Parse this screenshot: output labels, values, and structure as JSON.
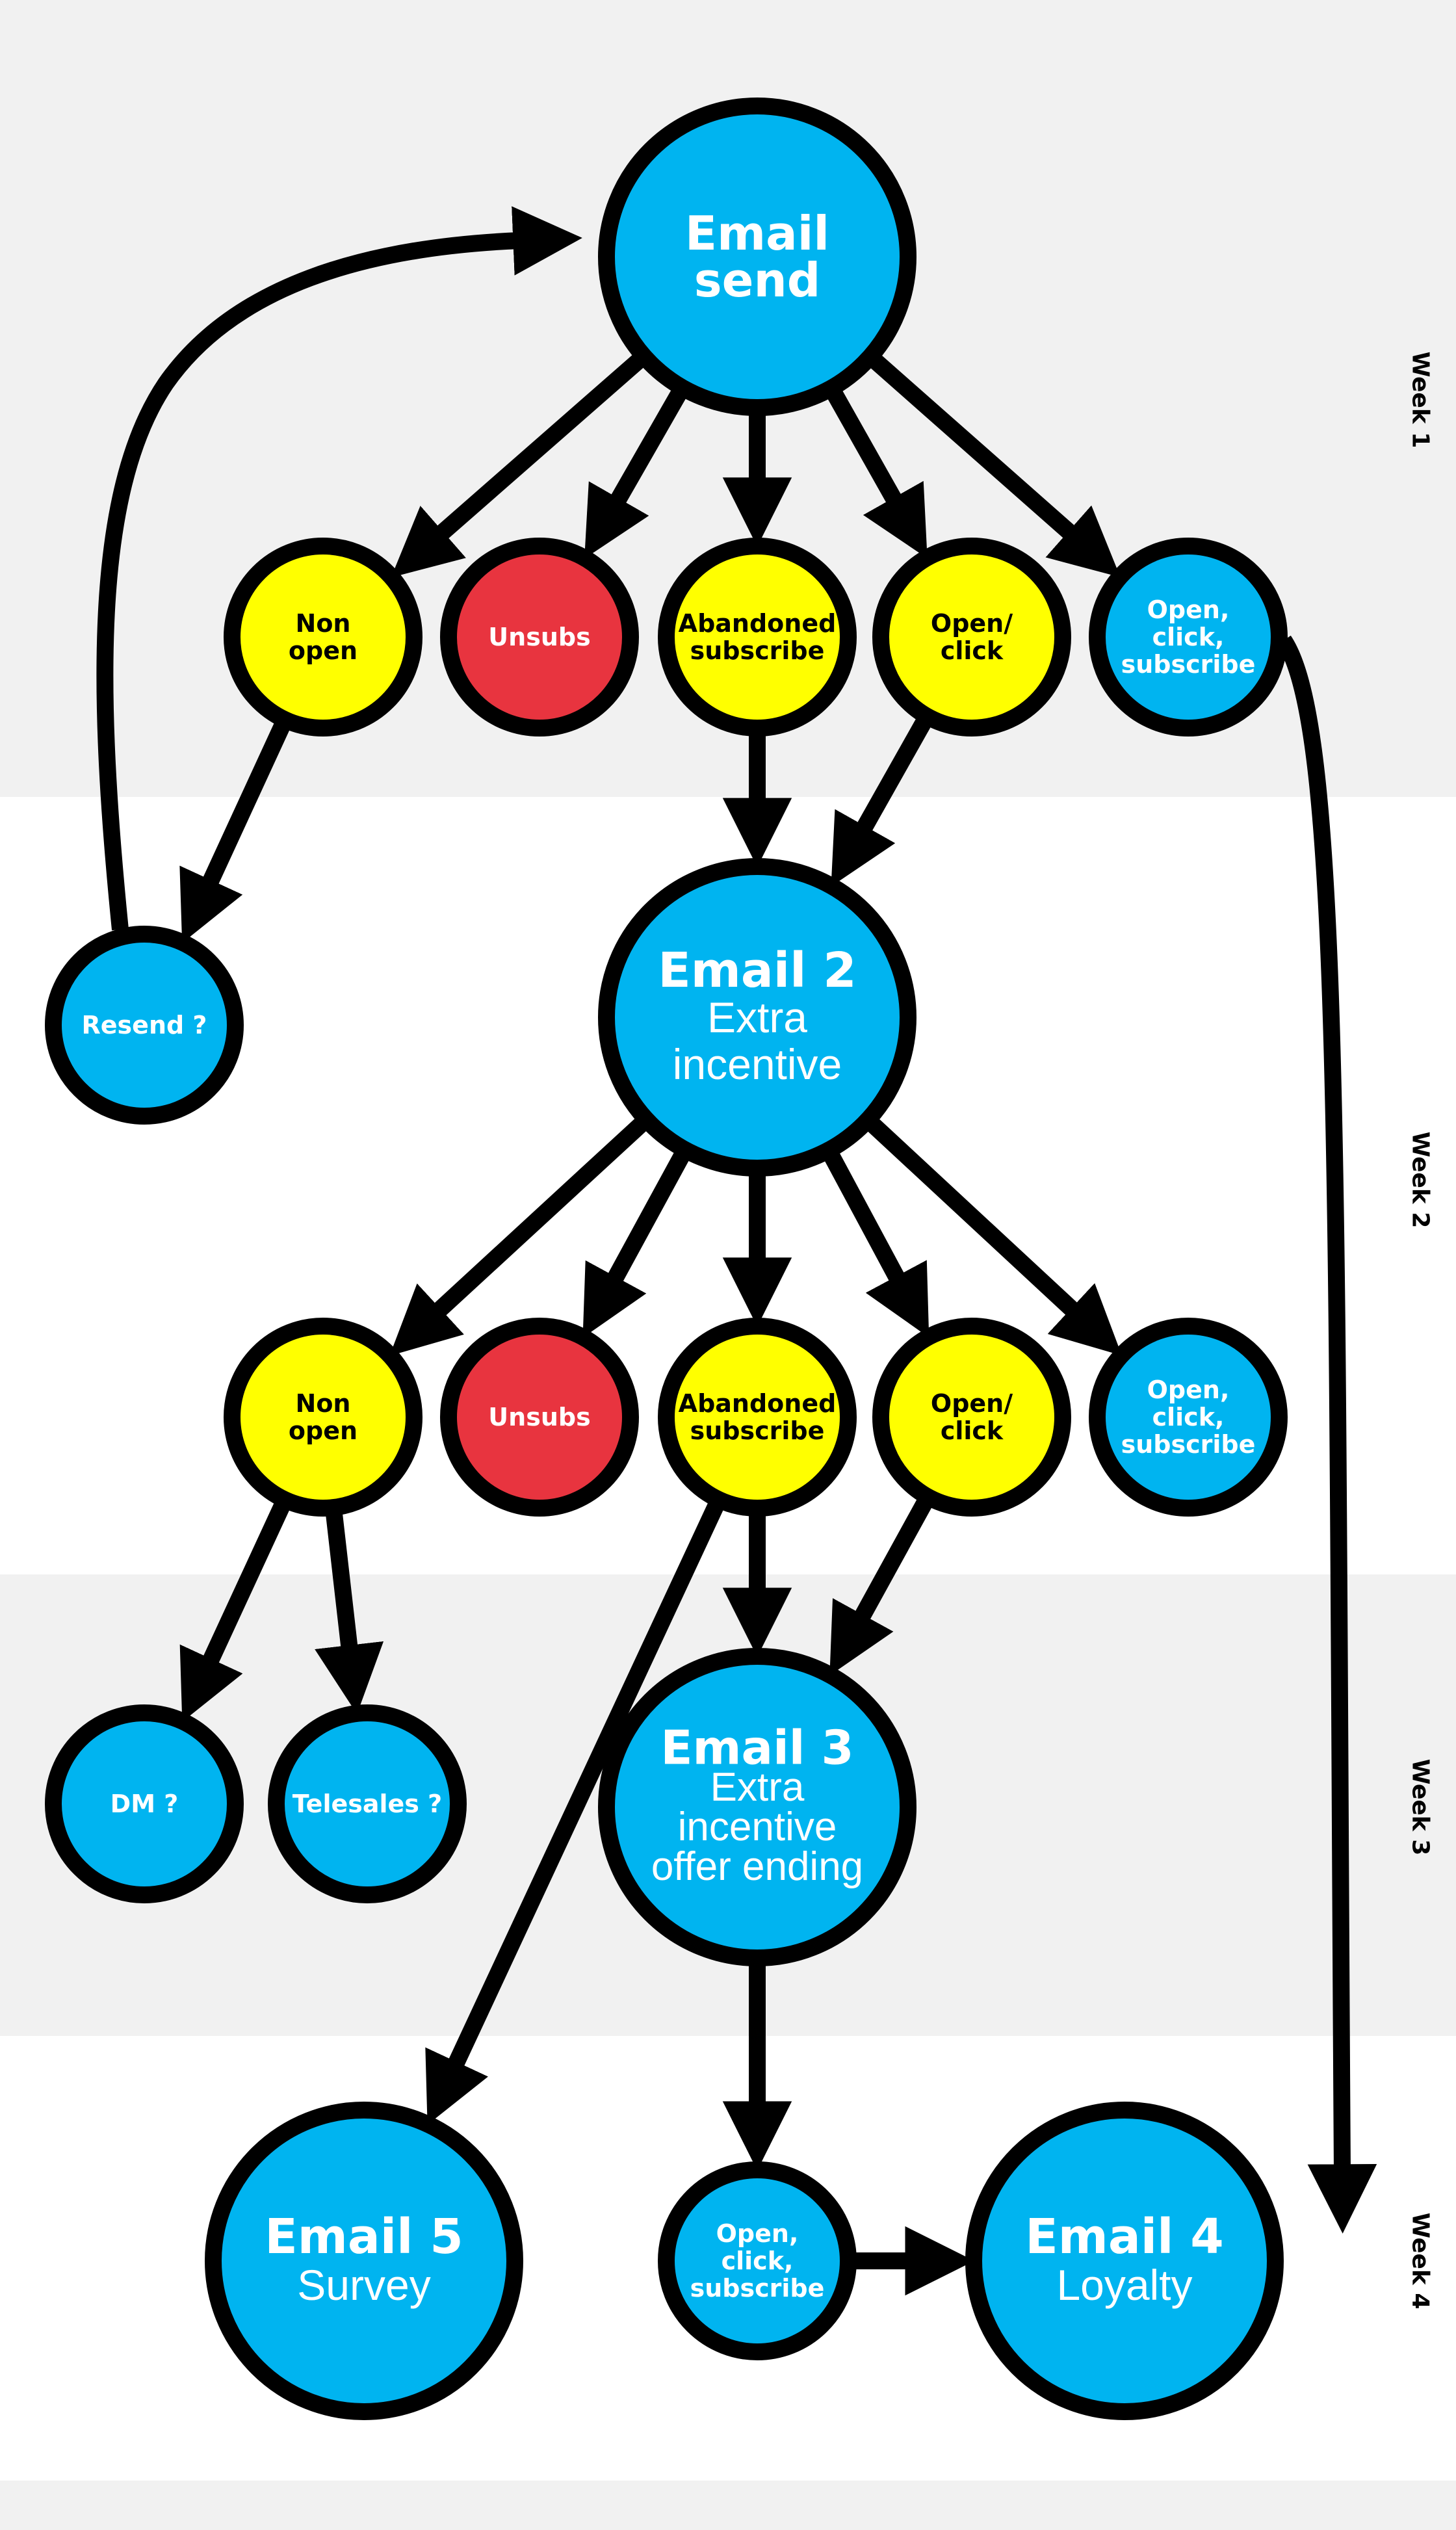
{
  "colors": {
    "blue": "#00b4f0",
    "yellow": "#ffff00",
    "red": "#e8343f",
    "stroke": "#000000",
    "band_grey": "#f1f1f1",
    "band_white": "#ffffff",
    "text_dark": "#000000",
    "text_light": "#ffffff"
  },
  "weeks": [
    {
      "label": "Week 1"
    },
    {
      "label": "Week 2"
    },
    {
      "label": "Week 3"
    },
    {
      "label": "Week 4"
    }
  ],
  "nodes": [
    {
      "id": "email-send",
      "color": "blue",
      "text_color": "text_light",
      "style": "major",
      "lines": [
        "Email",
        "send"
      ]
    },
    {
      "id": "w1-non-open",
      "color": "yellow",
      "text_color": "text_dark",
      "style": "small",
      "lines": [
        "Non",
        "open"
      ]
    },
    {
      "id": "w1-unsubs",
      "color": "red",
      "text_color": "text_light",
      "style": "small",
      "lines": [
        "Unsubs"
      ]
    },
    {
      "id": "w1-abandoned",
      "color": "yellow",
      "text_color": "text_dark",
      "style": "small",
      "lines": [
        "Abandoned",
        "subscribe"
      ]
    },
    {
      "id": "w1-open-click",
      "color": "yellow",
      "text_color": "text_dark",
      "style": "small",
      "lines": [
        "Open/",
        "click"
      ]
    },
    {
      "id": "w1-subscribe",
      "color": "blue",
      "text_color": "text_light",
      "style": "small",
      "lines": [
        "Open,",
        "click,",
        "subscribe"
      ]
    },
    {
      "id": "resend",
      "color": "blue",
      "text_color": "text_light",
      "style": "small",
      "lines": [
        "Resend ?"
      ]
    },
    {
      "id": "email-2",
      "color": "blue",
      "text_color": "text_light",
      "style": "major",
      "lines": [
        "Email 2",
        "Extra",
        "incentive"
      ]
    },
    {
      "id": "w2-non-open",
      "color": "yellow",
      "text_color": "text_dark",
      "style": "small",
      "lines": [
        "Non",
        "open"
      ]
    },
    {
      "id": "w2-unsubs",
      "color": "red",
      "text_color": "text_light",
      "style": "small",
      "lines": [
        "Unsubs"
      ]
    },
    {
      "id": "w2-abandoned",
      "color": "yellow",
      "text_color": "text_dark",
      "style": "small",
      "lines": [
        "Abandoned",
        "subscribe"
      ]
    },
    {
      "id": "w2-open-click",
      "color": "yellow",
      "text_color": "text_dark",
      "style": "small",
      "lines": [
        "Open/",
        "click"
      ]
    },
    {
      "id": "w2-subscribe",
      "color": "blue",
      "text_color": "text_light",
      "style": "small",
      "lines": [
        "Open,",
        "click,",
        "subscribe"
      ]
    },
    {
      "id": "dm",
      "color": "blue",
      "text_color": "text_light",
      "style": "small",
      "lines": [
        "DM ?"
      ]
    },
    {
      "id": "telesales",
      "color": "blue",
      "text_color": "text_light",
      "style": "small",
      "lines": [
        "Telesales ?"
      ]
    },
    {
      "id": "email-3",
      "color": "blue",
      "text_color": "text_light",
      "style": "major",
      "lines": [
        "Email 3",
        "Extra",
        "incentive",
        "offer ending"
      ]
    },
    {
      "id": "email-5",
      "color": "blue",
      "text_color": "text_light",
      "style": "major",
      "lines": [
        "Email 5",
        "Survey"
      ]
    },
    {
      "id": "w4-subscribe",
      "color": "blue",
      "text_color": "text_light",
      "style": "small",
      "lines": [
        "Open,",
        "click,",
        "subscribe"
      ]
    },
    {
      "id": "email-4",
      "color": "blue",
      "text_color": "text_light",
      "style": "major",
      "lines": [
        "Email 4",
        "Loyalty"
      ]
    }
  ],
  "edges": [
    {
      "from": "email-send",
      "to": "w1-non-open"
    },
    {
      "from": "email-send",
      "to": "w1-unsubs"
    },
    {
      "from": "email-send",
      "to": "w1-abandoned"
    },
    {
      "from": "email-send",
      "to": "w1-open-click"
    },
    {
      "from": "email-send",
      "to": "w1-subscribe"
    },
    {
      "from": "w1-non-open",
      "to": "resend"
    },
    {
      "from": "resend",
      "to": "email-send"
    },
    {
      "from": "w1-abandoned",
      "to": "email-2"
    },
    {
      "from": "w1-open-click",
      "to": "email-2"
    },
    {
      "from": "w1-subscribe",
      "to": "email-4"
    },
    {
      "from": "email-2",
      "to": "w2-non-open"
    },
    {
      "from": "email-2",
      "to": "w2-unsubs"
    },
    {
      "from": "email-2",
      "to": "w2-abandoned"
    },
    {
      "from": "email-2",
      "to": "w2-open-click"
    },
    {
      "from": "email-2",
      "to": "w2-subscribe"
    },
    {
      "from": "w2-non-open",
      "to": "dm"
    },
    {
      "from": "w2-non-open",
      "to": "telesales"
    },
    {
      "from": "w2-abandoned",
      "to": "email-3"
    },
    {
      "from": "w2-open-click",
      "to": "email-3"
    },
    {
      "from": "w2-abandoned",
      "to": "email-5"
    },
    {
      "from": "email-3",
      "to": "w4-subscribe"
    },
    {
      "from": "w4-subscribe",
      "to": "email-4"
    }
  ]
}
